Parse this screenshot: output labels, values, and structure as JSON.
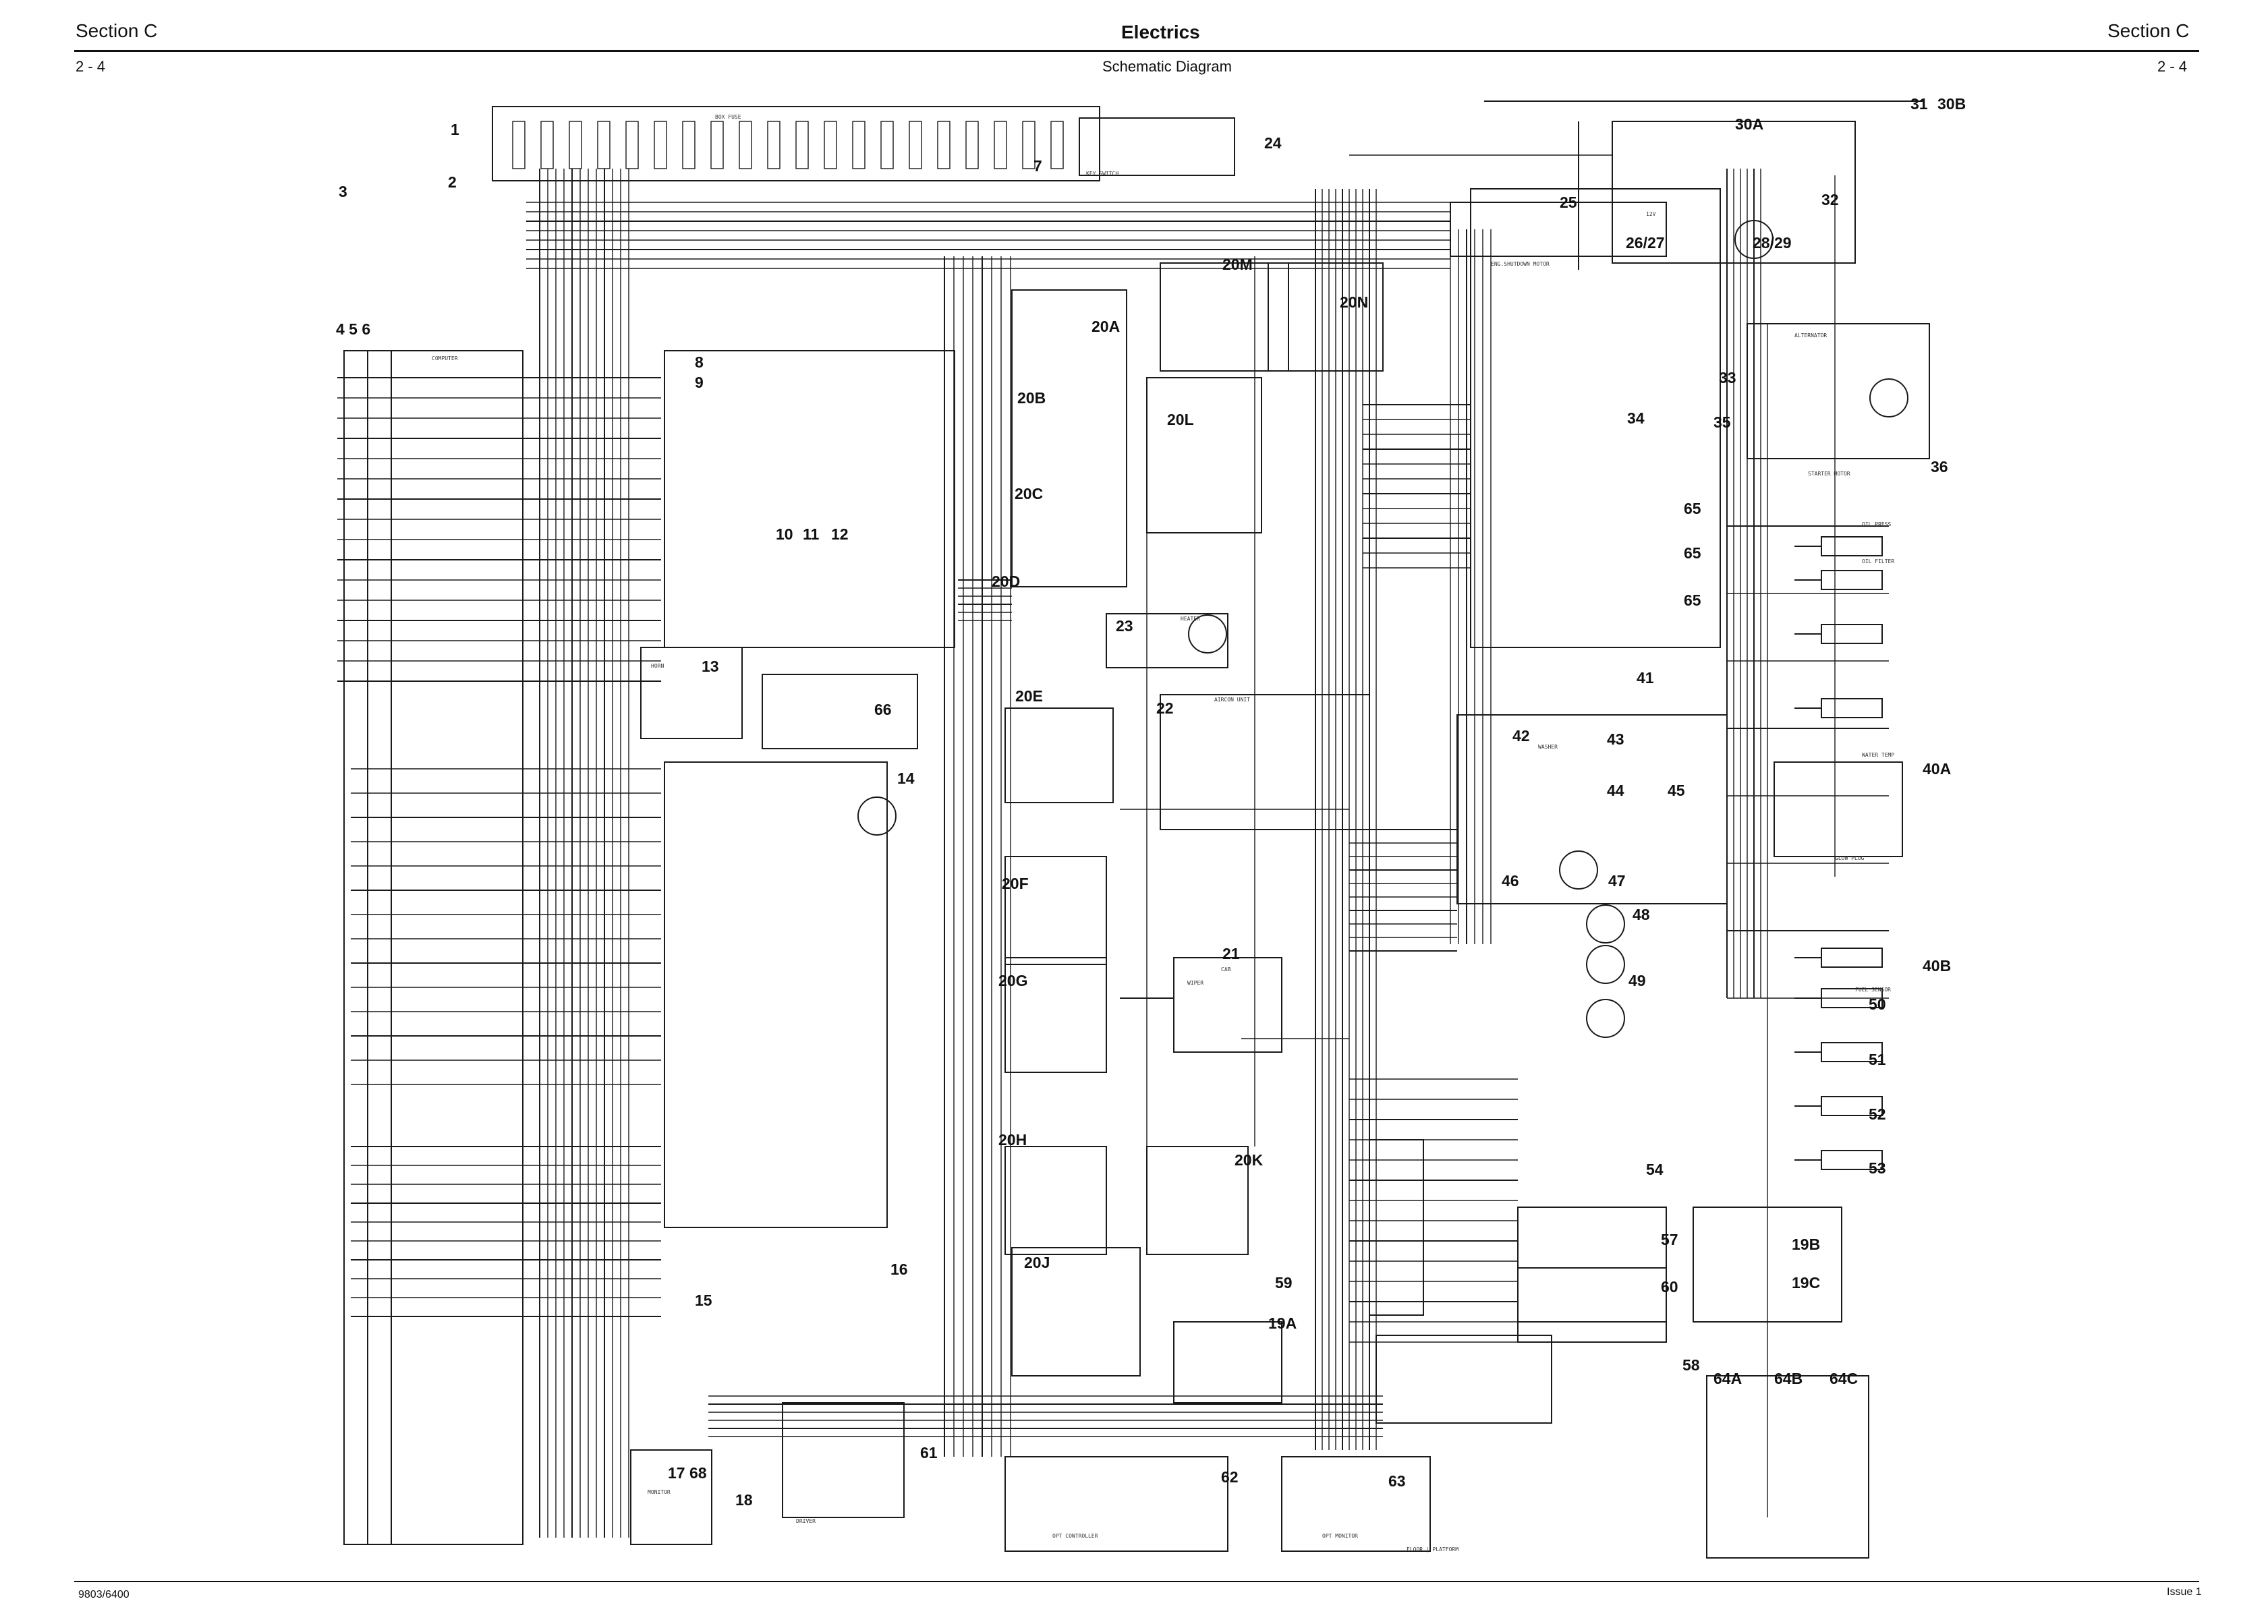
{
  "header": {
    "section_left": "Section C",
    "title": "Electrics",
    "section_right": "Section C",
    "page_left": "2 - 4",
    "subtitle": "Schematic Diagram",
    "page_right": "2 - 4"
  },
  "footer": {
    "doc_number": "9803/6400",
    "issue": "Issue 1"
  },
  "component_refs": [
    "1",
    "2",
    "3",
    "4 5 6",
    "7",
    "8",
    "9",
    "10",
    "11",
    "12",
    "13",
    "14",
    "15",
    "16",
    "17 68",
    "18",
    "19A",
    "19B",
    "19C",
    "20A",
    "20B",
    "20C",
    "20D",
    "20E",
    "20F",
    "20G",
    "20H",
    "20J",
    "20K",
    "20L",
    "20M",
    "20N",
    "21",
    "22",
    "23",
    "24",
    "25",
    "26/27",
    "28/29",
    "30A",
    "30B",
    "31",
    "32",
    "33",
    "34",
    "35",
    "36",
    "40A",
    "40B",
    "41",
    "42",
    "43",
    "44",
    "45",
    "46",
    "47",
    "48",
    "49",
    "50",
    "51",
    "52",
    "53",
    "54",
    "57",
    "58",
    "59",
    "60",
    "61",
    "62",
    "63",
    "64A",
    "64B",
    "64C",
    "65",
    "65",
    "65",
    "66"
  ],
  "panel_labels": {
    "fuse_box": "BOX FUSE",
    "computer": "COMPUTER",
    "monitor": "MONITOR",
    "opt_controller": "OPT CONTROLLER",
    "opt_monitor": "OPT MONITOR",
    "floor_platform": "FLOOR | PLATFORM",
    "driver": "DRIVER",
    "starter_motor": "STARTER MOTOR",
    "alternator": "ALTERNATOR",
    "water_temp": "WATER TEMP",
    "glow_plug": "GLOW PLUG",
    "oil_press": "OIL PRESS",
    "oil_filter": "OIL FILTER",
    "fuel_sensor": "FUEL SENSOR",
    "aircon_unit": "AIRCON UNIT",
    "heater": "HEATER",
    "eng_shutdown_motor": "ENG.SHUTDOWN MOTOR",
    "key_switch": "KEY SWITCH",
    "battery": "12V",
    "horn": "HORN",
    "washer": "WASHER",
    "cab": "CAB",
    "wiper": "WIPER"
  },
  "colors": {
    "line": "#1a1a1a",
    "paper": "#ffffff"
  }
}
